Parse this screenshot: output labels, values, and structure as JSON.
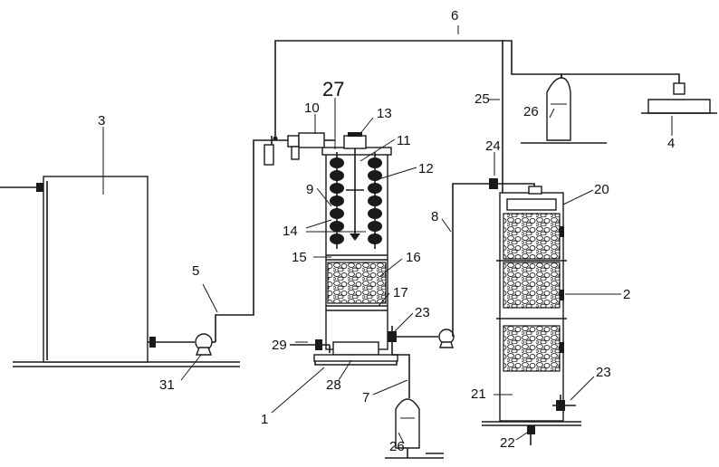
{
  "labels": {
    "l1": "1",
    "l2": "2",
    "l3": "3",
    "l4": "4",
    "l5": "5",
    "l6": "6",
    "l7": "7",
    "l8": "8",
    "l9": "9",
    "l10": "10",
    "l11": "11",
    "l12": "12",
    "l13": "13",
    "l14": "14",
    "l15": "15",
    "l16": "16",
    "l17": "17",
    "l20": "20",
    "l21": "21",
    "l22": "22",
    "l23a": "23",
    "l23b": "23",
    "l24": "24",
    "l25": "25",
    "l26a": "26",
    "l26b": "26",
    "l27": "27",
    "l28": "28",
    "l29": "29",
    "l31": "31"
  }
}
